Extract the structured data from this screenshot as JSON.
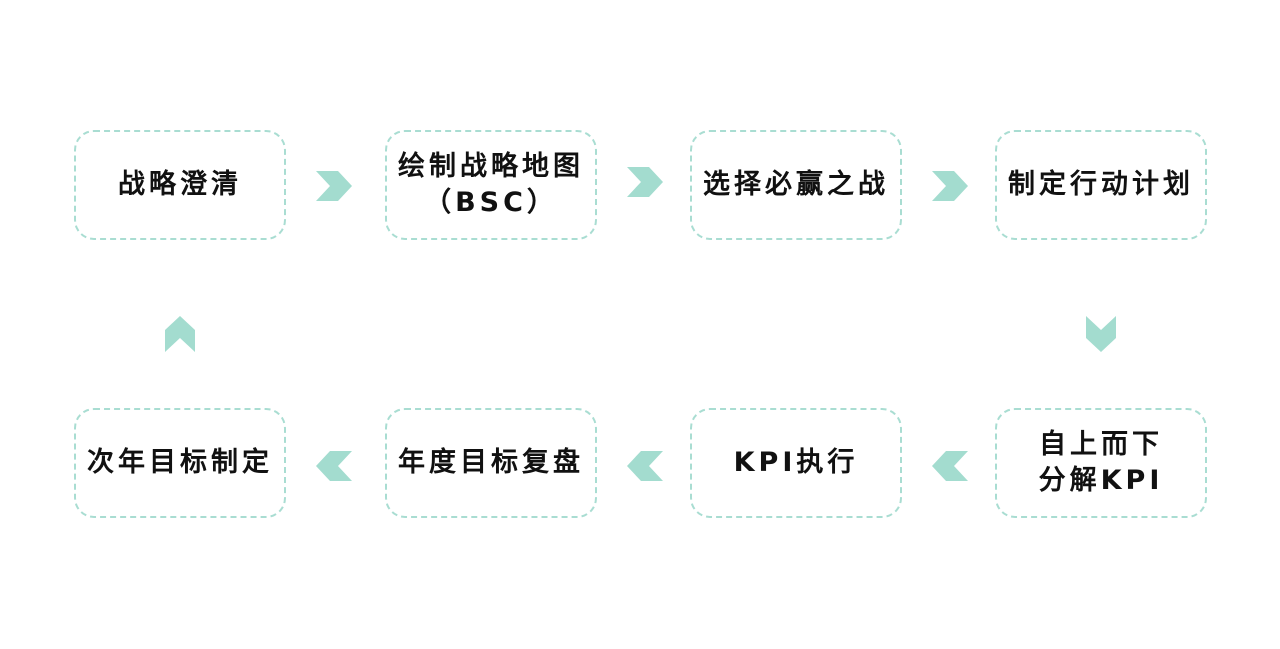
{
  "colors": {
    "border": "#a9ddd2",
    "arrow": "#a3dccf",
    "text": "#111111"
  },
  "steps": [
    {
      "lines": [
        "战略澄清"
      ]
    },
    {
      "lines": [
        "绘制战略地图",
        "（BSC）"
      ]
    },
    {
      "lines": [
        "选择必赢之战"
      ]
    },
    {
      "lines": [
        "制定行动计划"
      ]
    },
    {
      "lines": [
        "自上而下",
        "分解KPI"
      ]
    },
    {
      "lines": [
        "KPI执行"
      ]
    },
    {
      "lines": [
        "年度目标复盘"
      ]
    },
    {
      "lines": [
        "次年目标制定"
      ]
    }
  ],
  "arrows": [
    {
      "icon": "chevron-right-icon"
    },
    {
      "icon": "chevron-right-icon"
    },
    {
      "icon": "chevron-right-icon"
    },
    {
      "icon": "chevron-down-icon"
    },
    {
      "icon": "chevron-left-icon"
    },
    {
      "icon": "chevron-left-icon"
    },
    {
      "icon": "chevron-left-icon"
    },
    {
      "icon": "chevron-up-icon"
    }
  ]
}
